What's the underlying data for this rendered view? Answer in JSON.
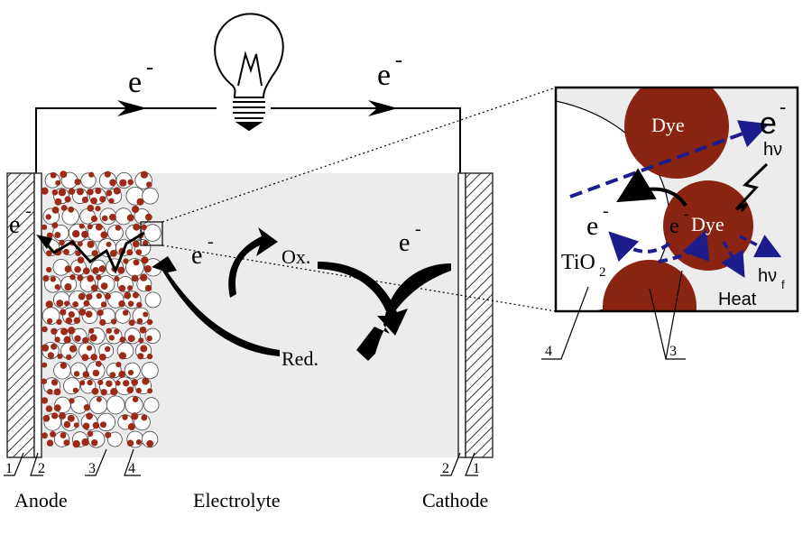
{
  "circuit": {
    "electron_left": "e",
    "electron_right": "e",
    "superscript_minus": "-"
  },
  "cell": {
    "anode_electron": "e",
    "electrolyte_electron_left": "e",
    "electrolyte_electron_right": "e",
    "oxidized": "Ox.",
    "reduced": "Red."
  },
  "labels": {
    "anode": "Anode",
    "electrolyte": "Electrolyte",
    "cathode": "Cathode",
    "anode_numbers": [
      "1",
      "2",
      "3",
      "4"
    ],
    "cathode_numbers": [
      "2",
      "1"
    ]
  },
  "inset": {
    "dye_top": "Dye",
    "dye_center": "Dye",
    "tio2": "TiO",
    "tio2_sub": "2",
    "electron_top": "e",
    "electron_left": "e",
    "electron_center": "e",
    "hv": "hν",
    "hvf": "hν",
    "hvf_sub": "f",
    "heat": "Heat",
    "numbers": [
      "4",
      "3"
    ]
  },
  "colors": {
    "particle": "#9b2a18",
    "dye": "#8a2412",
    "electrolyte": "#ececec",
    "inset_arrow": "#1c1c8c"
  }
}
